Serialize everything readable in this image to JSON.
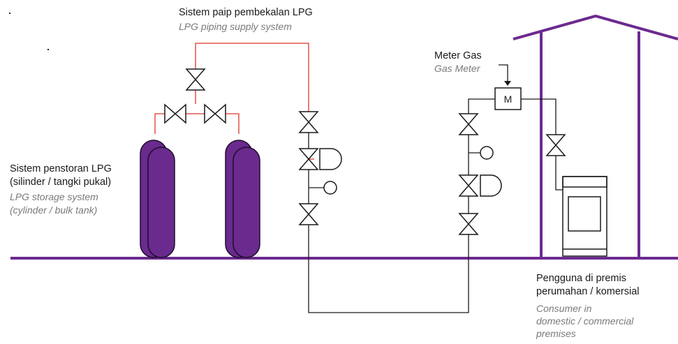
{
  "colors": {
    "pipe_red": "#e0352b",
    "pipe_black": "#1a1a1a",
    "purple": "#6c2a8f",
    "cylinder_fill": "#6a2a8e",
    "cylinder_stroke": "#1e0c2c",
    "secondary_text": "#7a7a7a"
  },
  "labels": {
    "supply_system": {
      "ms": "Sistem paip pembekalan LPG",
      "en": "LPG piping supply system"
    },
    "storage_system": {
      "ms_line1": "Sistem penstoran LPG",
      "ms_line2": "(silinder / tangki pukal)",
      "en_line1": "LPG storage system",
      "en_line2": "(cylinder / bulk tank)"
    },
    "meter": {
      "ms": "Meter Gas",
      "en": "Gas Meter",
      "symbol": "M"
    },
    "consumer": {
      "ms_line1": "Pengguna di premis",
      "ms_line2": "perumahan / komersial",
      "en_line1": "Consumer in",
      "en_line2": "domestic / commercial",
      "en_line3": "premises"
    }
  },
  "icons": [
    "gate-valve-icon",
    "regulator-icon",
    "pressure-gauge-icon",
    "gas-meter-icon",
    "lpg-cylinder-icon",
    "gas-stove-icon",
    "house-outline-icon"
  ]
}
